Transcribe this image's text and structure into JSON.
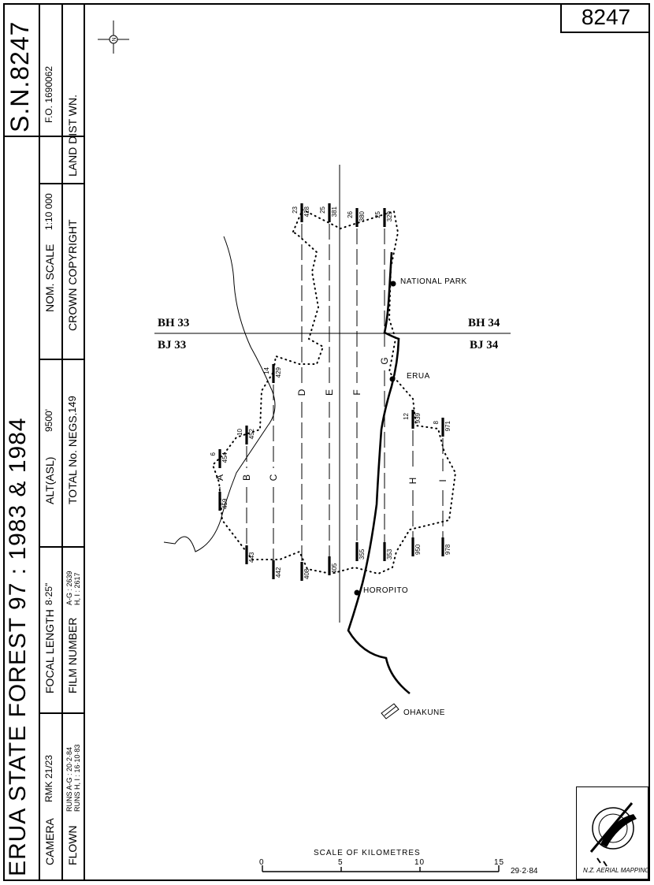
{
  "sheet_number_badge": "8247",
  "title": "ERUA  STATE  FOREST 97 :  1983 & 1984",
  "sheet_id": "S.N.8247",
  "camera": {
    "label": "CAMERA",
    "value": "RMK 21/23"
  },
  "focal_length": {
    "label": "FOCAL LENGTH",
    "value": "8·25\""
  },
  "altitude": {
    "label": "ALT(ASL)",
    "value": "9500'"
  },
  "nominal_scale": {
    "label": "NOM.  SCALE",
    "value": "1:10 000"
  },
  "fo_number": "F.O. 1690062",
  "flown": {
    "label": "FLOWN",
    "line1": "RUNS A-G : 20·2·84",
    "line2": "RUNS H, I : 16·10·83"
  },
  "film_number": {
    "label": "FILM NUMBER",
    "line1": "A-G : 2639",
    "line2": "H, I : 2617"
  },
  "total_negs": {
    "label": "TOTAL No. NEGS.",
    "value": "149"
  },
  "crown_copyright": "CROWN    COPYRIGHT",
  "land_dist": "LAND DIST  WN.",
  "tiles": {
    "nw": "BH 33",
    "ne": "BH 34",
    "sw": "BJ 33",
    "se": "BJ 34"
  },
  "places": [
    "NATIONAL  PARK",
    "ERUA",
    "HOROPITO",
    "OHAKUNE"
  ],
  "runs": [
    {
      "letter": "A",
      "top_count": "6",
      "top_num": "454",
      "bottom_num": "459"
    },
    {
      "letter": "B",
      "top_count": "10",
      "top_num": "452",
      "bottom_num": "443"
    },
    {
      "letter": "C",
      "top_count": "14",
      "top_num": "429",
      "bottom_num": "442"
    },
    {
      "letter": "D",
      "top_count": "23",
      "top_num": "428",
      "bottom_num": "408"
    },
    {
      "letter": "E",
      "top_count": "25",
      "top_num": "381",
      "bottom_num": "405"
    },
    {
      "letter": "F",
      "top_count": "26",
      "top_num": "380",
      "bottom_num": "355"
    },
    {
      "letter": "G",
      "top_count": "25",
      "top_num": "329",
      "bottom_num": "353"
    },
    {
      "letter": "H",
      "top_count": "12",
      "top_num": "939",
      "bottom_num": "950"
    },
    {
      "letter": "I",
      "top_count": "8",
      "top_num": "971",
      "bottom_num": "978"
    }
  ],
  "scale_bar": {
    "title": "SCALE   OF   KILOMETRES",
    "ticks": [
      "0",
      "5",
      "10",
      "15"
    ]
  },
  "map_date": "29·2·84",
  "north_label": "N",
  "stamp_text": "N.Z. AERIAL MAPPING"
}
